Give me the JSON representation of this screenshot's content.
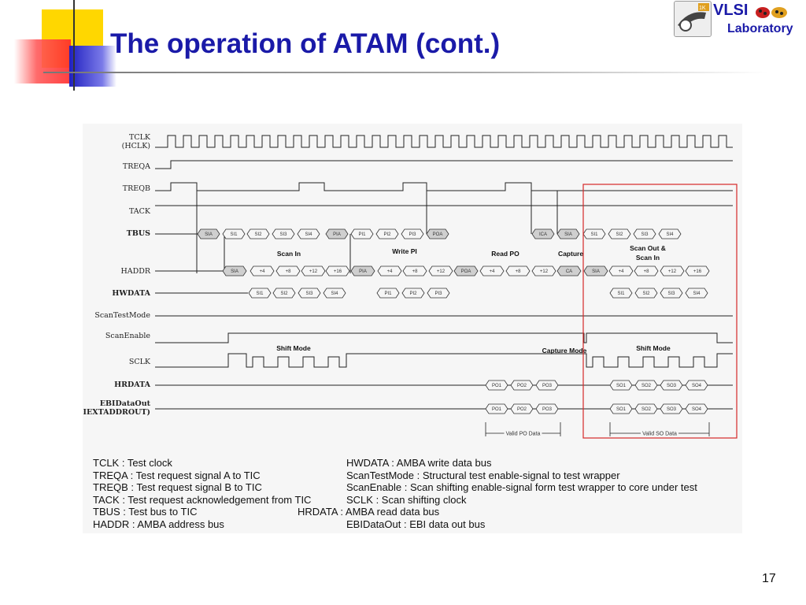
{
  "slide": {
    "title": "The operation of ATAM (cont.)",
    "page_number": "17"
  },
  "logo": {
    "brand": "VLSI",
    "subtitle": "Laboratory",
    "corner": "1K"
  },
  "colors": {
    "title": "#1a1aa8",
    "deco_yellow": "#ffd700",
    "deco_red": "#ff3838",
    "deco_blue": "#3a3ad8",
    "highlight_box": "#d62828"
  },
  "diagram": {
    "signals": [
      "TCLK",
      "(HCLK)",
      "TREQA",
      "TREQB",
      "TACK",
      "TBUS",
      "HADDR",
      "HWDATA",
      "ScanTestMode",
      "ScanEnable",
      "SCLK",
      "HRDATA",
      "EBIDataOut",
      "(to EBIEXTADDROUT)"
    ],
    "phases": [
      "Scan In",
      "Write PI",
      "Read PO",
      "Capture",
      "Scan Out &",
      "Scan In"
    ],
    "modes": [
      "Shift Mode",
      "Capture Mode",
      "Shift Mode"
    ],
    "tbus": [
      "SIA",
      "SI1",
      "SI2",
      "SI3",
      "SI4",
      "PIA",
      "PI1",
      "PI2",
      "PI3",
      "POA",
      "ICA",
      "SIA",
      "SI1",
      "SI2",
      "SI3",
      "SI4"
    ],
    "haddr": [
      "SIA",
      "+4",
      "+8",
      "+12",
      "+16",
      "PIA",
      "+4",
      "+8",
      "+12",
      "POA",
      "+4",
      "+8",
      "+12",
      "CA",
      "SIA",
      "+4",
      "+8",
      "+12",
      "+16"
    ],
    "hwdata": [
      "SI1",
      "SI2",
      "SI3",
      "SI4",
      "PI1",
      "PI2",
      "PI3",
      "SI1",
      "SI2",
      "SI3",
      "SI4"
    ],
    "hrdata": [
      "PO1",
      "PO2",
      "PO3",
      "SO1",
      "SO2",
      "SO3",
      "SO4"
    ],
    "ebidataout": [
      "PO1",
      "PO2",
      "PO3",
      "SO1",
      "SO2",
      "SO3",
      "SO4"
    ],
    "valid_po": "Valid PO Data",
    "valid_so": "Valid SO Data"
  },
  "legend": {
    "left": [
      "TCLK : Test clock",
      "TREQA : Test request signal A to TIC",
      "TREQB : Test request signal B to TIC",
      "TACK : Test request acknowledgement from TIC",
      "TBUS : Test bus to TIC",
      "HADDR : AMBA address bus"
    ],
    "right": [
      "HWDATA : AMBA write data bus",
      "ScanTestMode : Structural test enable-signal to test wrapper",
      "ScanEnable : Scan shifting enable-signal form test wrapper to core under test",
      "SCLK : Scan shifting clock",
      "HRDATA : AMBA read data bus",
      "EBIDataOut : EBI data out bus"
    ]
  }
}
